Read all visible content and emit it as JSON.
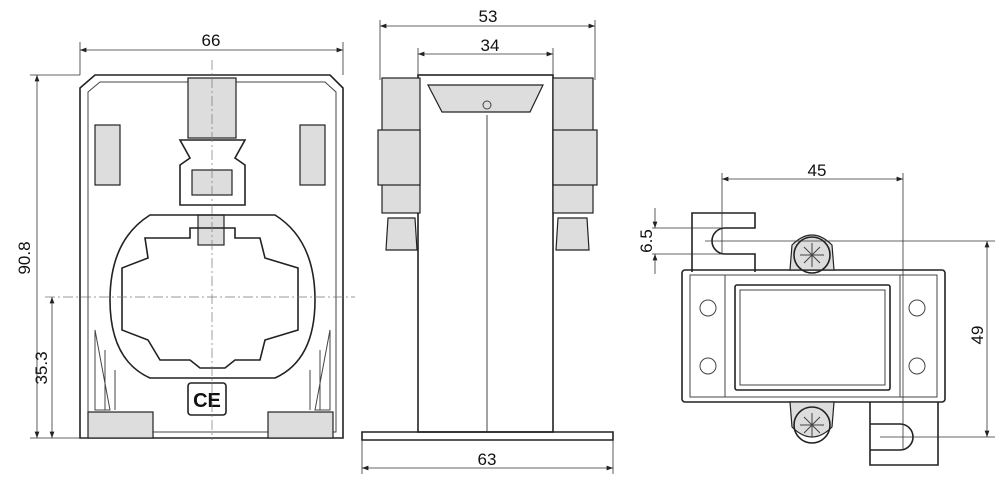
{
  "views": {
    "front": {
      "width_label": "66",
      "height_label": "90.8",
      "center_height_label": "35.3",
      "mark": "CE"
    },
    "side": {
      "top_width_label": "53",
      "core_width_label": "34",
      "base_width_label": "63"
    },
    "top": {
      "busbar_spacing_label": "45",
      "slot_label": "6.5",
      "depth_label": "49"
    }
  }
}
